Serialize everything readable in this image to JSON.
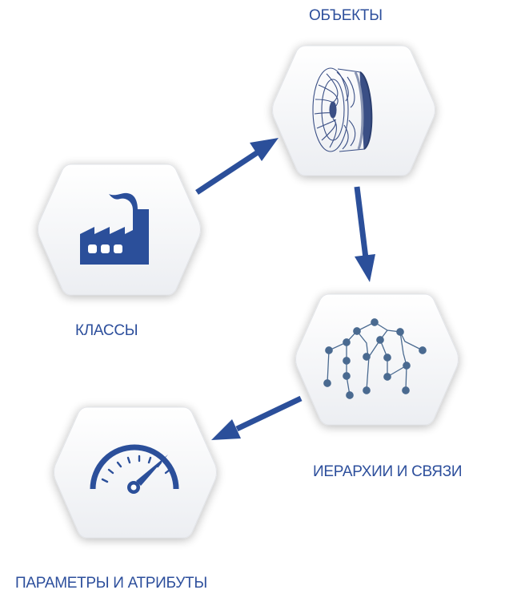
{
  "nodes": {
    "objects": {
      "label": "ОБЪЕКТЫ",
      "icon": "fan-wheel-icon"
    },
    "classes": {
      "label": "КЛАССЫ",
      "icon": "factory-icon"
    },
    "hierarchies": {
      "label": "ИЕРАРХИИ И СВЯЗИ",
      "icon": "tree-graph-icon"
    },
    "parameters": {
      "label": "ПАРАМЕТРЫ И АТРИБУТЫ",
      "icon": "gauge-icon"
    }
  },
  "flow": [
    {
      "from": "classes",
      "to": "objects"
    },
    {
      "from": "objects",
      "to": "hierarchies"
    },
    {
      "from": "hierarchies",
      "to": "parameters"
    }
  ],
  "colors": {
    "accent": "#2b4f9a",
    "label": "#2d4f9c",
    "tree": "#4a6a90",
    "hex_fill_top": "#ffffff",
    "hex_fill_bottom": "#eef0f3"
  }
}
